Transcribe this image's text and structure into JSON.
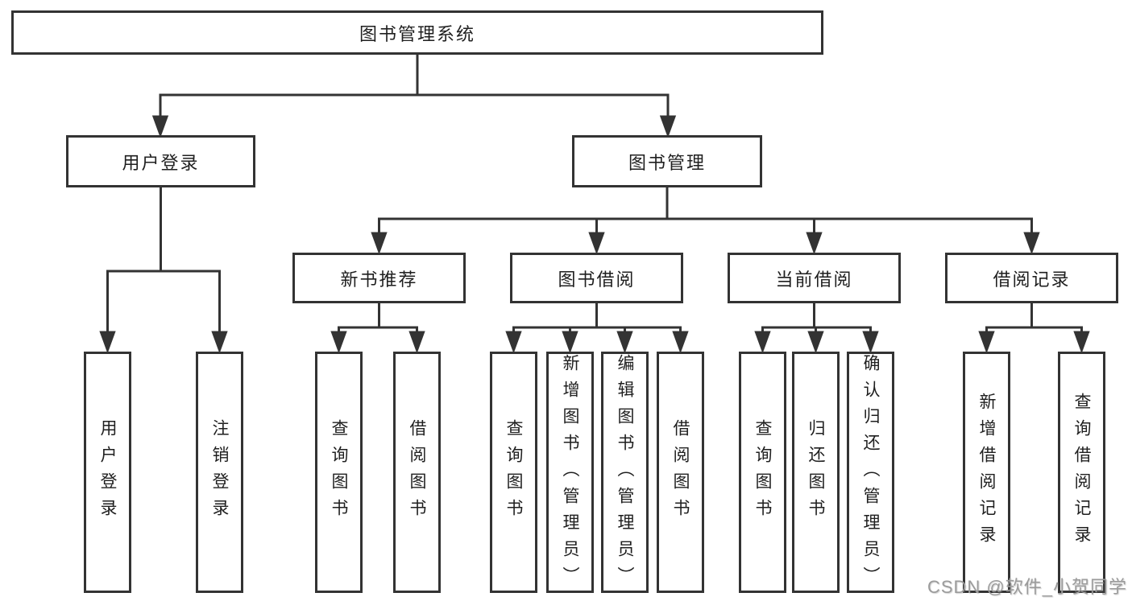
{
  "root": {
    "label": "图书管理系统"
  },
  "branches": [
    {
      "label": "用户登录",
      "leaves": [
        {
          "label": "用户登录"
        },
        {
          "label": "注销登录"
        }
      ]
    },
    {
      "label": "图书管理",
      "groups": [
        {
          "label": "新书推荐",
          "leaves": [
            {
              "label": "查询图书"
            },
            {
              "label": "借阅图书"
            }
          ]
        },
        {
          "label": "图书借阅",
          "leaves": [
            {
              "label": "查询图书"
            },
            {
              "label": "新增图书（管理员）"
            },
            {
              "label": "编辑图书（管理员）"
            },
            {
              "label": "借阅图书"
            }
          ]
        },
        {
          "label": "当前借阅",
          "leaves": [
            {
              "label": "查询图书"
            },
            {
              "label": "归还图书"
            },
            {
              "label": "确认归还（管理员）"
            }
          ]
        },
        {
          "label": "借阅记录",
          "leaves": [
            {
              "label": "新增借阅记录"
            },
            {
              "label": "查询借阅记录"
            }
          ]
        }
      ]
    }
  ],
  "watermark": {
    "text": "CSDN @软件_小贺同学"
  },
  "colors": {
    "line": "#333333",
    "text": "#1f1f1f",
    "box_background": "#ffffff",
    "page_background": "#ffffff",
    "watermark": "#9b9b9b"
  }
}
